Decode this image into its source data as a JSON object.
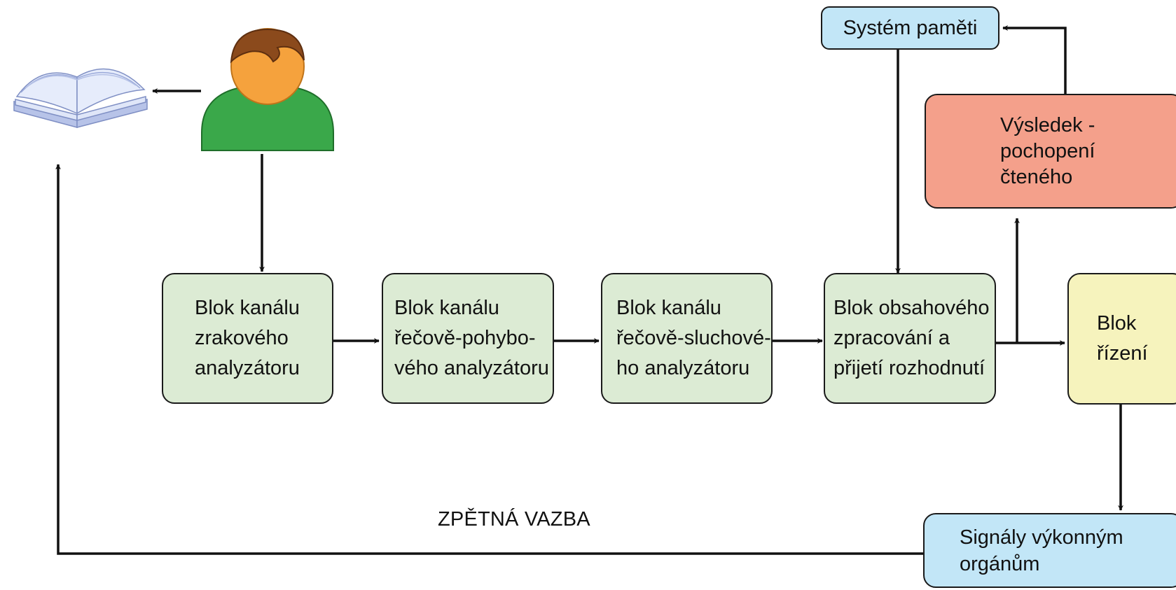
{
  "blocks": {
    "visual": "Blok kanálu\nzrakového\nanalyzátoru",
    "speech_motor": "Blok kanálu\nřečově-pohybo-\nvého analyzátoru",
    "speech_auditory": "Blok kanálu\nřečově-sluchové-\nho analyzátoru",
    "content": "Blok obsahového\nzpracování a\npřijetí rozhodnutí",
    "control": "Blok\nřízení",
    "memory": "Systém paměti",
    "result": "Výsledek -\npochopení\nčteného",
    "signals": "Signály výkonným\norgánům"
  },
  "feedback_label": "ZPĚTNÁ VAZBA",
  "icons": [
    "open-book-icon",
    "person-icon"
  ],
  "colors": {
    "green_block": "#dcebd4",
    "blue_block": "#c2e6f7",
    "red_block": "#f4a08b",
    "yellow_block": "#f6f3bd",
    "person_body": "#3aa84a",
    "person_head": "#f5a23d",
    "person_hair": "#8b4a1c",
    "book": "#c9d4ef"
  }
}
